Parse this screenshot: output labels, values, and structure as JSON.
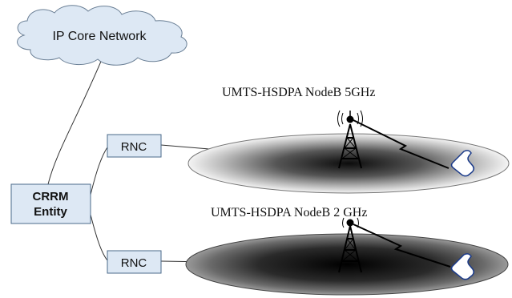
{
  "cloud": {
    "label": "IP Core Network"
  },
  "crrm": {
    "line1": "CRRM",
    "line2": "Entity"
  },
  "rnc_top": {
    "label": "RNC"
  },
  "rnc_bottom": {
    "label": "RNC"
  },
  "cell_top": {
    "label": "UMTS-HSDPA NodeB 5GHz"
  },
  "cell_bottom": {
    "label": "UMTS-HSDPA NodeB 2 GHz"
  },
  "icons": [
    "cloud-icon",
    "tower-icon",
    "mobile-phone-icon",
    "lightning-icon"
  ],
  "colors": {
    "box_fill": "#dde8f4",
    "box_stroke": "#4a6a8a",
    "cloud_fill": "#dde8f4"
  }
}
